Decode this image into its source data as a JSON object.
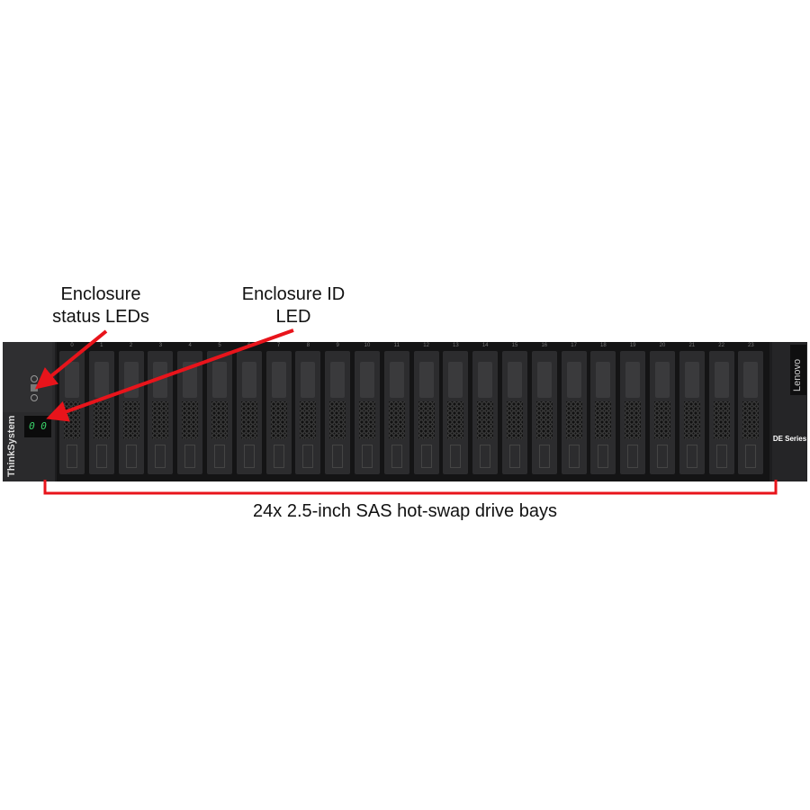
{
  "callouts": {
    "status_leds": "Enclosure\nstatus LEDs",
    "enclosure_id": "Enclosure ID\nLED",
    "drive_bays": "24x 2.5-inch SAS hot-swap drive bays"
  },
  "device": {
    "brand_left": "ThinkSystem",
    "brand_right": "Lenovo",
    "series": "DE Series",
    "id_display": "0 0",
    "bay_labels": [
      "0",
      "1",
      "2",
      "3",
      "4",
      "5",
      "6",
      "7",
      "8",
      "9",
      "10",
      "11",
      "12",
      "13",
      "14",
      "15",
      "16",
      "17",
      "18",
      "19",
      "20",
      "21",
      "22",
      "23"
    ]
  },
  "colors": {
    "annotation": "#e8141b",
    "chassis": "#1d1d1f",
    "id_led": "#39d36a"
  }
}
